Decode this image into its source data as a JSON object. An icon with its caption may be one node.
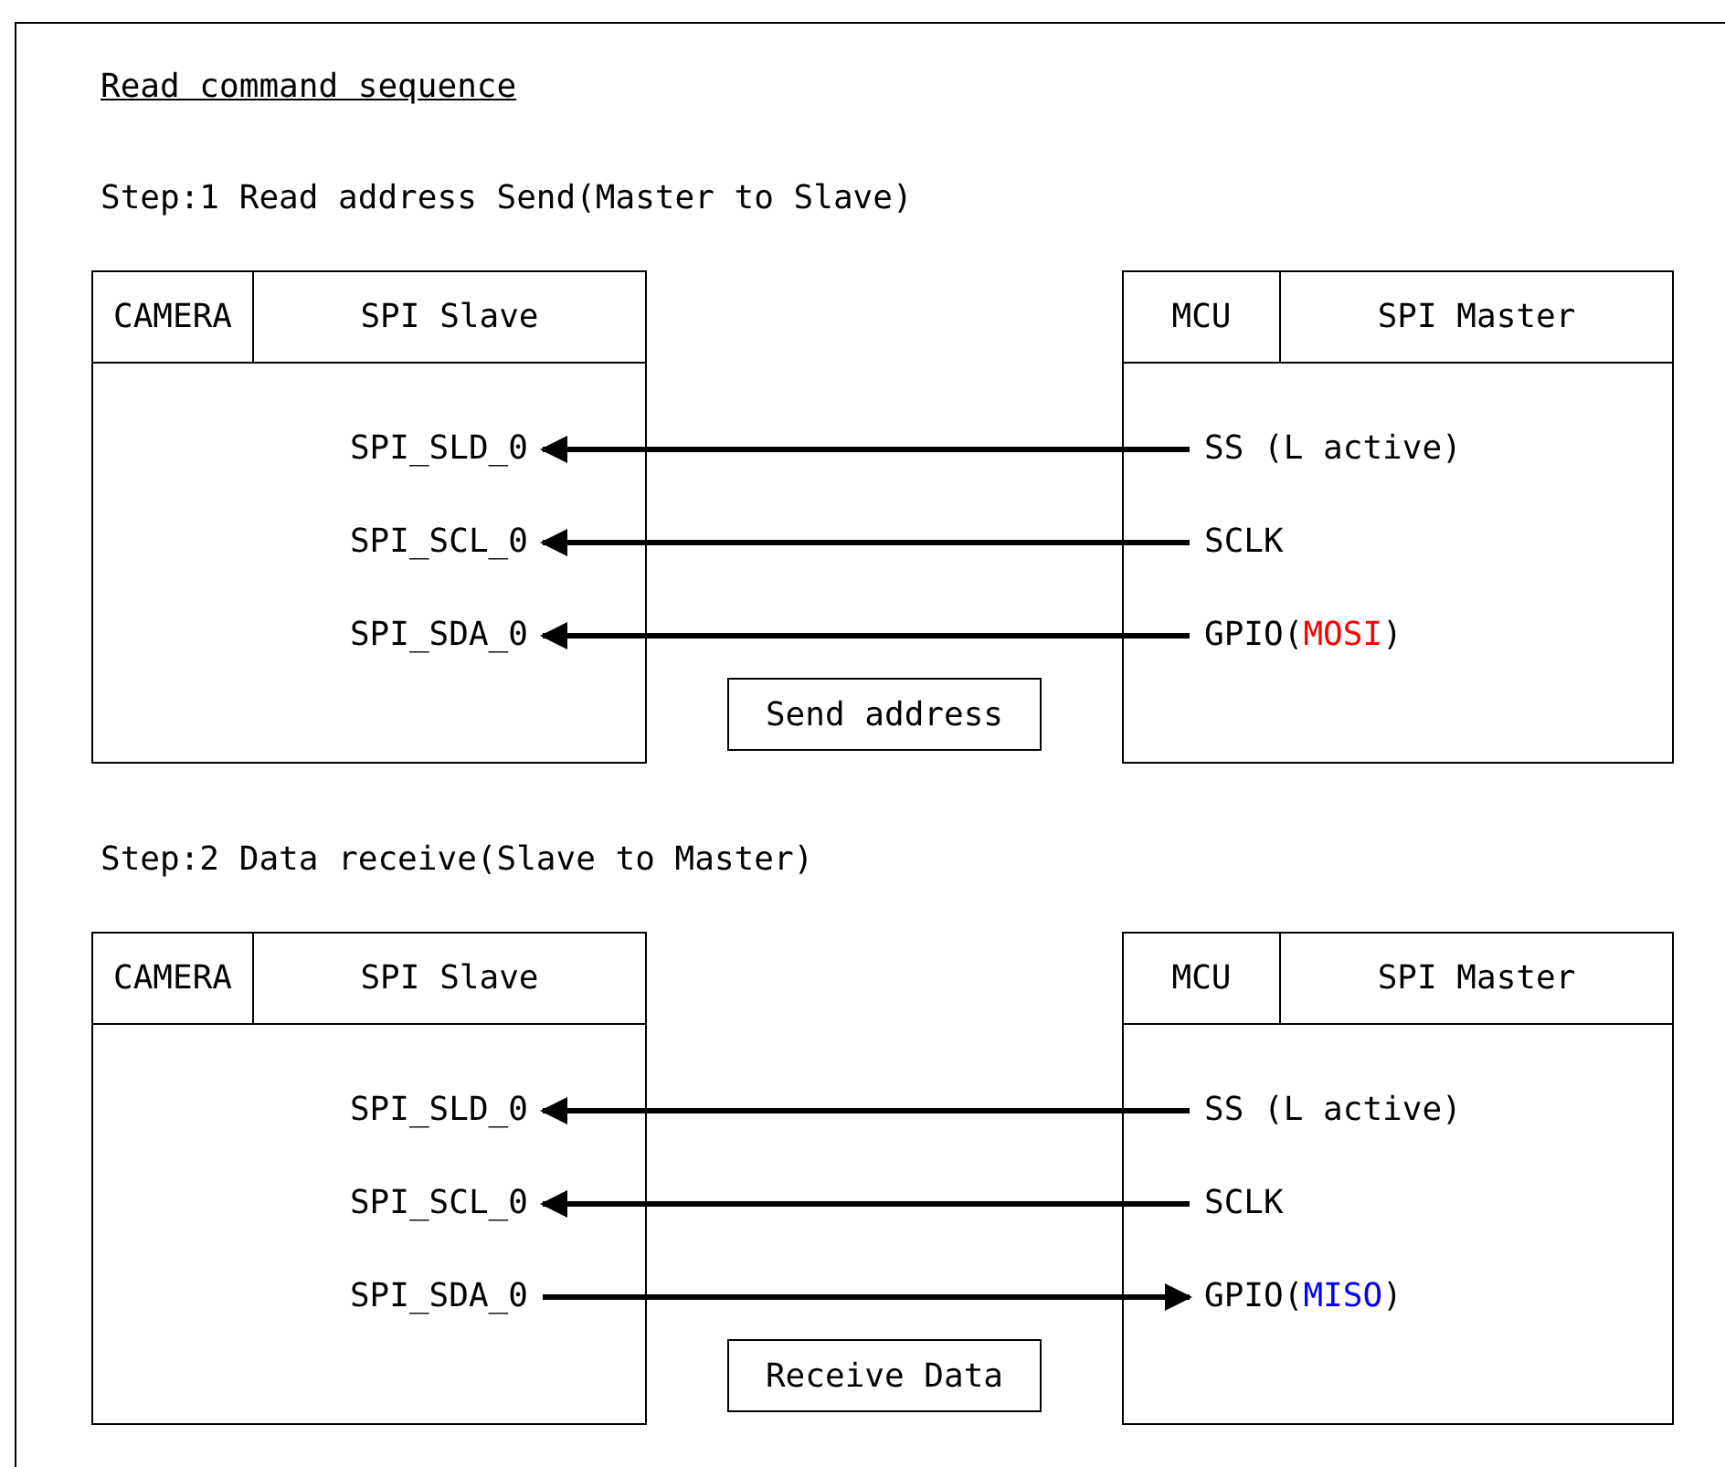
{
  "diagram": {
    "title": "Read command sequence",
    "nodes": [
      {
        "text": [
          "CAMERA",
          "SPI Slave"
        ]
      },
      {
        "text": [
          "SPI_SLD_0"
        ],
        "in": 0
      },
      {
        "text": [
          "SPI_SCL_0"
        ],
        "in": 0
      },
      {
        "text": [
          "SPI_SDA_0"
        ],
        "in": 0
      },
      {
        "text": [
          "MCU",
          "SPI Master"
        ]
      },
      {
        "text": [
          "SS (L active)"
        ],
        "in": 4
      },
      {
        "text": [
          "SCLK"
        ],
        "in": 4
      },
      {
        "text": [
          "GPIO(MOSI)"
        ],
        "in": 4
      },
      {
        "text": [
          "Send address"
        ]
      },
      {
        "text": [
          "CAMERA",
          "SPI Slave"
        ]
      },
      {
        "text": [
          "SPI_SLD_0"
        ],
        "in": 9
      },
      {
        "text": [
          "SPI_SCL_0"
        ],
        "in": 9
      },
      {
        "text": [
          "SPI_SDA_0"
        ],
        "in": 9
      },
      {
        "text": [
          "MCU",
          "SPI Master"
        ]
      },
      {
        "text": [
          "SS (L active)"
        ],
        "in": 13
      },
      {
        "text": [
          "SCLK"
        ],
        "in": 13
      },
      {
        "text": [
          "GPIO(MISO)"
        ],
        "in": 13
      },
      {
        "text": [
          "Receive Data"
        ]
      }
    ],
    "edges": [
      {
        "from": 5,
        "to": 1,
        "arrow": "to"
      },
      {
        "from": 6,
        "to": 2,
        "arrow": "to"
      },
      {
        "from": 7,
        "to": 3,
        "arrow": "to"
      },
      {
        "from": 14,
        "to": 10,
        "arrow": "to"
      },
      {
        "from": 15,
        "to": 11,
        "arrow": "to"
      },
      {
        "from": 12,
        "to": 16,
        "arrow": "to"
      }
    ],
    "labels": [
      "Step:1 Read address Send(Master to Slave)",
      "Step:2 Data receive(Slave to Master)"
    ]
  }
}
